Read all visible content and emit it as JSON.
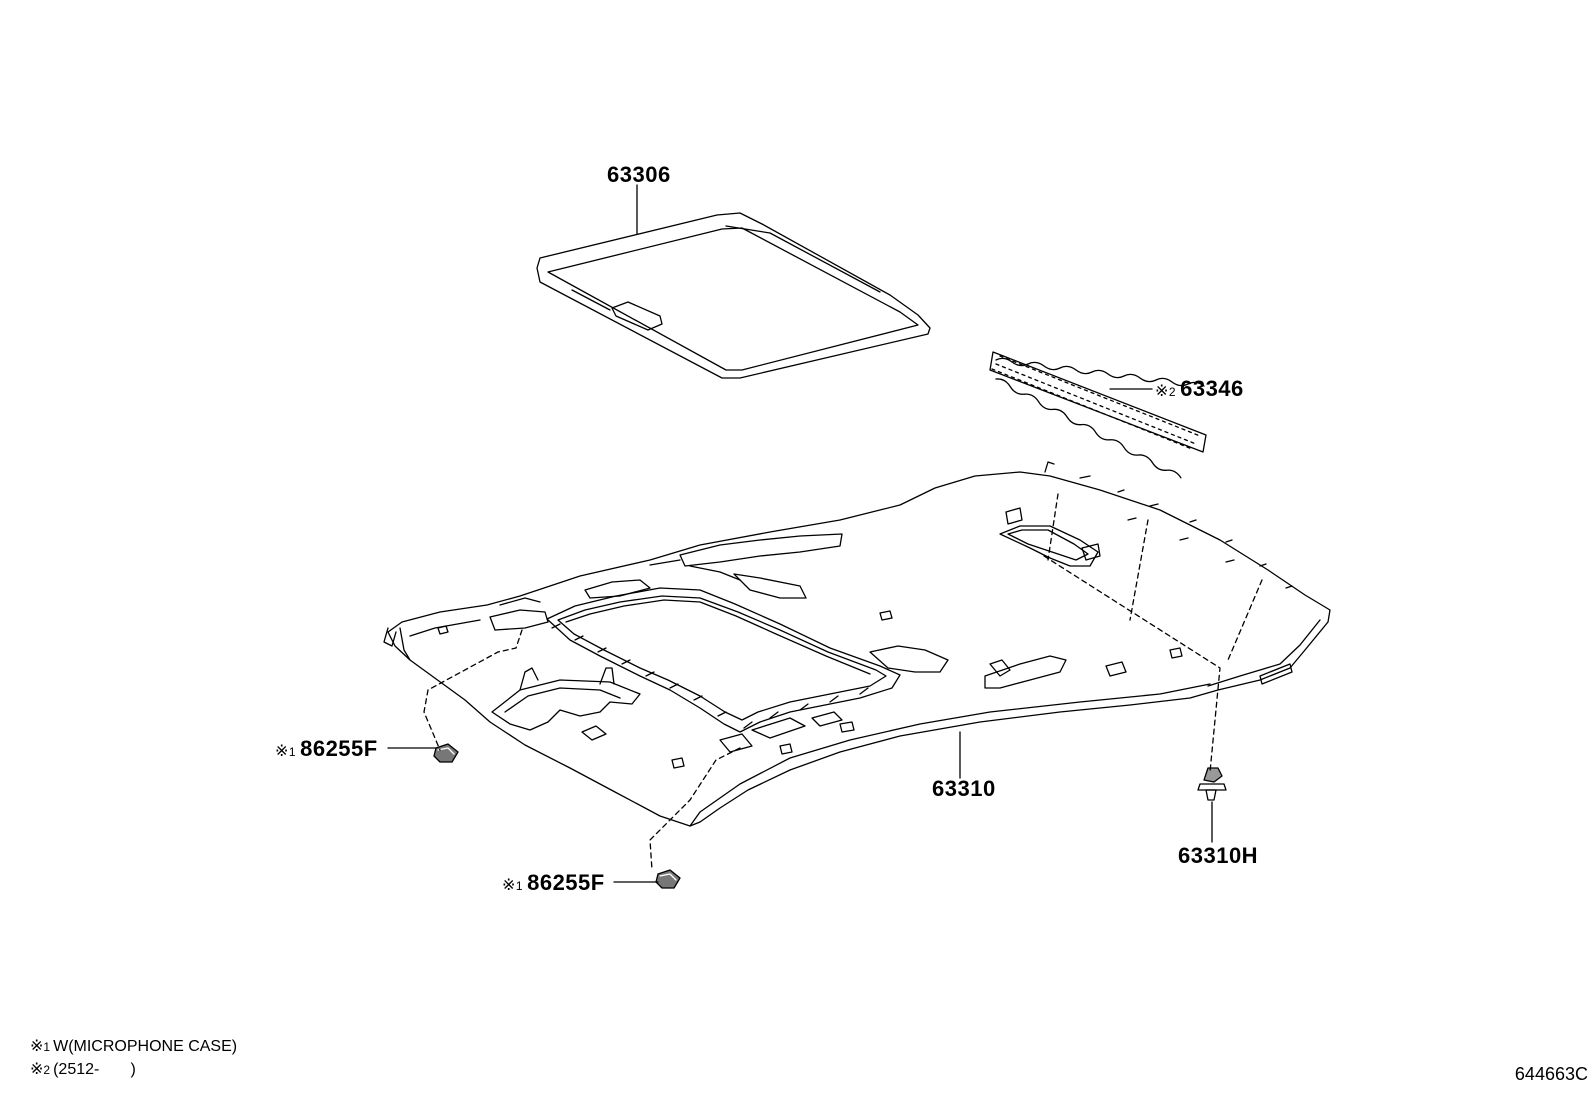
{
  "parts": {
    "sunshade": {
      "number": "63306"
    },
    "pad": {
      "mark": "※",
      "mark_no": "2",
      "number": "63346"
    },
    "headliner": {
      "number": "63310"
    },
    "clip_left": {
      "mark": "※",
      "mark_no": "1",
      "number": "86255F"
    },
    "clip_bottom": {
      "mark": "※",
      "mark_no": "1",
      "number": "86255F"
    },
    "clip_right": {
      "number": "63310H"
    }
  },
  "notes": [
    {
      "mark": "※",
      "mark_no": "1",
      "text": "W(MICROPHONE CASE)"
    },
    {
      "mark": "※",
      "mark_no": "2",
      "text": "(2512-       )"
    }
  ],
  "diagram_code": "644663C"
}
